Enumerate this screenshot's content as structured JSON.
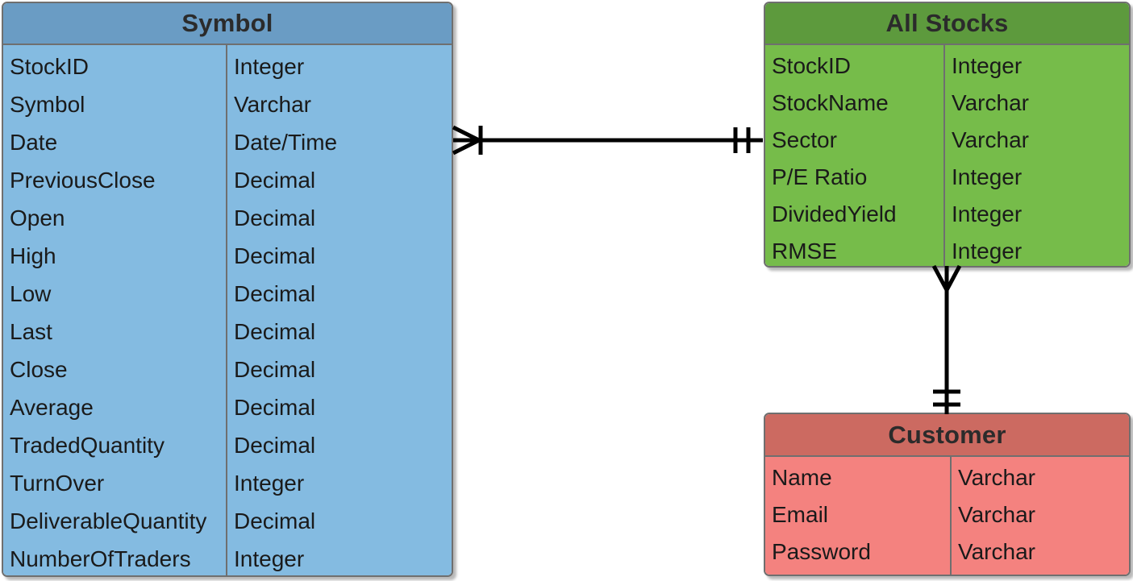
{
  "diagram": {
    "type": "entity-relationship-diagram",
    "notation": "crow's foot",
    "background": "#ffffff"
  },
  "entities": [
    {
      "id": "symbol",
      "name": "Symbol",
      "header_color": "#6a9cc4",
      "body_color": "#84bbe1",
      "border_color": "#6f6f6f",
      "attributes": [
        {
          "name": "StockID",
          "type": "Integer"
        },
        {
          "name": "Symbol",
          "type": "Varchar"
        },
        {
          "name": "Date",
          "type": "Date/Time"
        },
        {
          "name": "PreviousClose",
          "type": "Decimal"
        },
        {
          "name": "Open",
          "type": "Decimal"
        },
        {
          "name": "High",
          "type": "Decimal"
        },
        {
          "name": "Low",
          "type": "Decimal"
        },
        {
          "name": "Last",
          "type": "Decimal"
        },
        {
          "name": "Close",
          "type": "Decimal"
        },
        {
          "name": "Average",
          "type": "Decimal"
        },
        {
          "name": "TradedQuantity",
          "type": "Decimal"
        },
        {
          "name": "TurnOver",
          "type": "Integer"
        },
        {
          "name": "DeliverableQuantity",
          "type": "Decimal"
        },
        {
          "name": "NumberOfTraders",
          "type": "Integer"
        }
      ]
    },
    {
      "id": "allstocks",
      "name": "All Stocks",
      "header_color": "#5d9a3d",
      "body_color": "#76bc4a",
      "border_color": "#6f6f6f",
      "attributes": [
        {
          "name": "StockID",
          "type": "Integer"
        },
        {
          "name": "StockName",
          "type": "Varchar"
        },
        {
          "name": "Sector",
          "type": "Varchar"
        },
        {
          "name": "P/E Ratio",
          "type": "Integer"
        },
        {
          "name": "DividedYield",
          "type": "Integer"
        },
        {
          "name": "RMSE",
          "type": "Integer"
        }
      ]
    },
    {
      "id": "customer",
      "name": "Customer",
      "header_color": "#cc6a61",
      "body_color": "#f4827f",
      "border_color": "#6f6f6f",
      "attributes": [
        {
          "name": "Name",
          "type": "Varchar"
        },
        {
          "name": "Email",
          "type": "Varchar"
        },
        {
          "name": "Password",
          "type": "Varchar"
        }
      ]
    }
  ],
  "relationships": [
    {
      "id": "symbol-allstocks",
      "from": "Symbol",
      "to": "All Stocks",
      "from_cardinality": "many-and-one",
      "to_cardinality": "one-and-only-one",
      "orientation": "horizontal",
      "line_color": "#000000"
    },
    {
      "id": "allstocks-customer",
      "from": "All Stocks",
      "to": "Customer",
      "from_cardinality": "many",
      "to_cardinality": "one-and-only-one",
      "orientation": "vertical",
      "line_color": "#000000"
    }
  ]
}
